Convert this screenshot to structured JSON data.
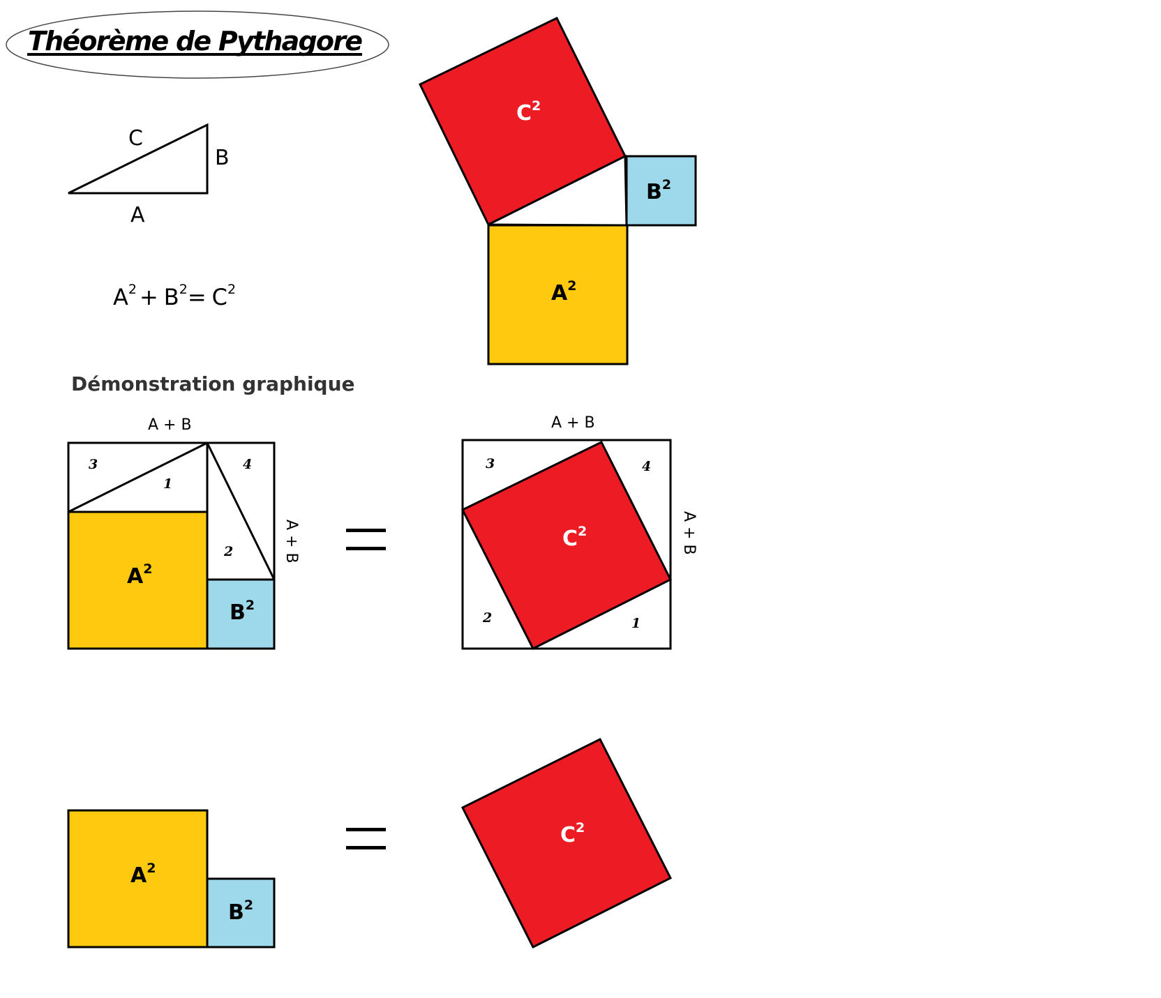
{
  "title": "Théorème de Pythagore",
  "triangle": {
    "hypotenuse": "C",
    "side_b": "B",
    "side_a": "A"
  },
  "formula": {
    "a": "A",
    "b": "B",
    "c": "C",
    "exp": "2",
    "plus": "+",
    "equals": "="
  },
  "subtitle": "Démonstration graphique",
  "side_label": "A + B",
  "squares": {
    "a": {
      "base": "A",
      "exp": "2"
    },
    "b": {
      "base": "B",
      "exp": "2"
    },
    "c": {
      "base": "C",
      "exp": "2"
    }
  },
  "triangle_numbers": [
    "1",
    "2",
    "3",
    "4"
  ],
  "colors": {
    "red": "#ED1C24",
    "yellow": "#FEC90F",
    "blue": "#9DD9EA",
    "outline": "#000000"
  }
}
